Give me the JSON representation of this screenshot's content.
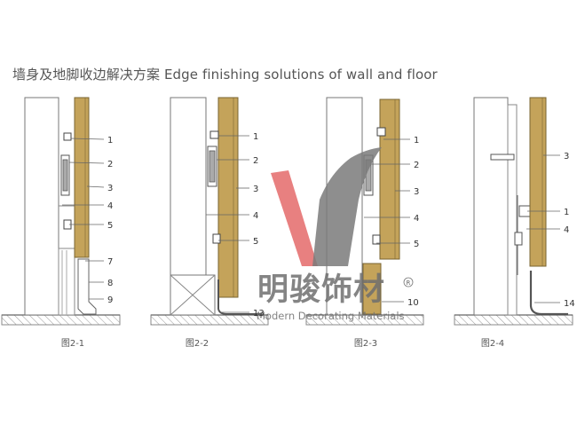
{
  "title": "墙身及地脚收边解决方案 Edge finishing solutions of wall and floor",
  "colors": {
    "wood": "#c4a35a",
    "wood_edge": "#7a6532",
    "line": "#777777",
    "logo_red": "#e46a6a",
    "logo_gray": "#7a7a7a"
  },
  "figures": [
    {
      "caption": "图2-1",
      "labels": [
        "1",
        "2",
        "3",
        "4",
        "5",
        "7",
        "8",
        "9"
      ]
    },
    {
      "caption": "图2-2",
      "labels": [
        "1",
        "2",
        "3",
        "4",
        "5",
        "13"
      ]
    },
    {
      "caption": "图2-3",
      "labels": [
        "1",
        "2",
        "3",
        "4",
        "5",
        "10"
      ]
    },
    {
      "caption": "图2-4",
      "labels": [
        "3",
        "1",
        "4",
        "14"
      ]
    }
  ],
  "watermark": {
    "name_cn": "明骏饰材",
    "name_en": "Modern Decorating Materials",
    "mark": "R"
  }
}
